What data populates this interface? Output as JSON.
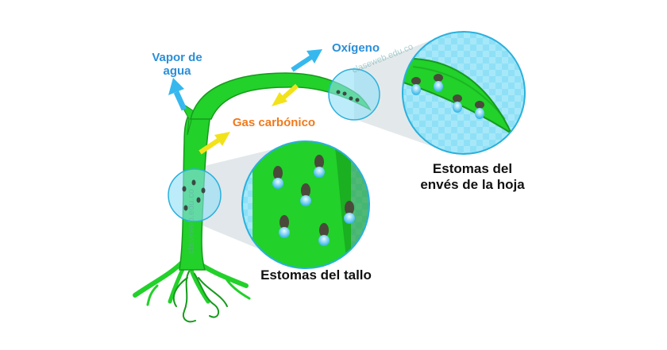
{
  "labels": {
    "vapor_line1": "Vapor de",
    "vapor_line2": "agua",
    "oxigeno": "Oxígeno",
    "gas": "Gas carbónico",
    "envs_line1": "Estomas del",
    "envs_line2": "envés de la hoja",
    "tallo": "Estomas del tallo"
  },
  "watermark": "claseweb.edu.co",
  "colors": {
    "plant_green": "#22d12a",
    "plant_dark": "#169a1c",
    "magnifier_fill": "#8fe0f6",
    "magnifier_stroke": "#2ab0dc",
    "arrow_blue": "#36b8ee",
    "arrow_yellow": "#f2e21a",
    "label_blue": "#2a8fd8",
    "label_orange": "#f07a1c"
  }
}
